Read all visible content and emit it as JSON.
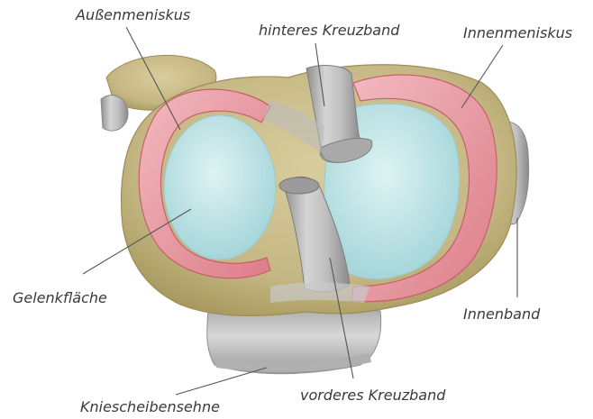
{
  "labels": {
    "aussenmeniskus": "Außenmeniskus",
    "hinteres_kreuzband": "hinteres Kreuzband",
    "innenmeniskus": "Innenmeniskus",
    "gelenkflaeche": "Gelenkfläche",
    "innenband": "Innenband",
    "kniescheibensehne": "Kniescheibensehne",
    "vorderes_kreuzband": "vorderes Kreuzband"
  },
  "colors": {
    "bone": "#c9bc8a",
    "bone_dark": "#a89a66",
    "meniscus": "#e8a0a8",
    "meniscus_dark": "#d46a78",
    "cartilage": "#bfe3e6",
    "ligament": "#b9b9b9",
    "label_text": "#3a3a3a"
  }
}
